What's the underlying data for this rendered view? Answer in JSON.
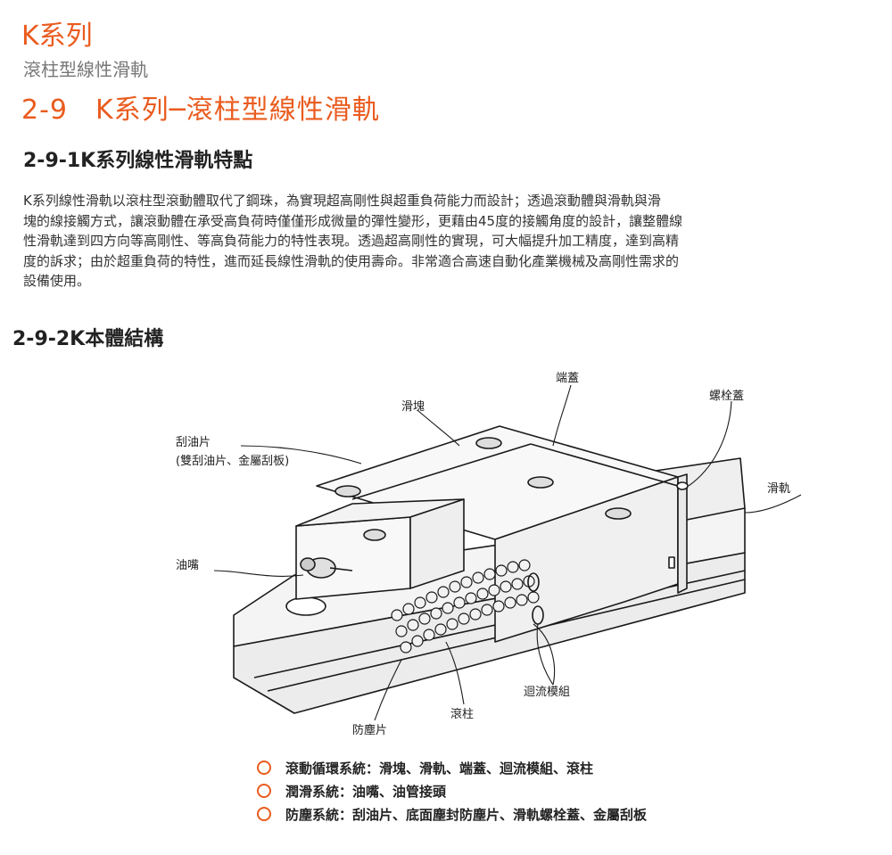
{
  "header": {
    "series_title": "K系列",
    "series_subtitle": "滾柱型線性滑軌",
    "section_heading": "2-9　K系列─滾柱型線性滑軌"
  },
  "features_section": {
    "heading": "2-9-1K系列線性滑軌特點",
    "paragraph_lines": [
      "K系列線性滑軌以滾柱型滾動體取代了鋼珠，為實現超高剛性與超重負荷能力而設計；透過滾動體與滑軌與滑",
      "塊的線接觸方式，讓滾動體在承受高負荷時僅僅形成微量的彈性變形，更藉由45度的接觸角度的設計，讓整體線",
      "性滑軌達到四方向等高剛性、等高負荷能力的特性表現。透過超高剛性的實現，可大幅提升加工精度，達到高精",
      "度的訴求；由於超重負荷的特性，進而延長線性滑軌的使用壽命。非常適合高速自動化產業機械及高剛性需求的",
      "設備使用。"
    ]
  },
  "structure_section": {
    "heading": "2-9-2K本體結構",
    "callouts": {
      "end_cap": "端蓋",
      "block": "滑塊",
      "bolt_cap": "螺栓蓋",
      "scraper": "刮油片",
      "scraper_detail": "(雙刮油片、金屬刮板)",
      "rail": "滑軌",
      "grease_nipple": "油嘴",
      "recirculation": "迴流模組",
      "roller": "滾柱",
      "dust_seal": "防塵片"
    },
    "systems": [
      "滾動循環系統：滑塊、滑軌、端蓋、迴流模組、滾柱",
      "潤滑系統：油嘴、油管接頭",
      "防塵系統：刮油片、底面塵封防塵片、滑軌螺栓蓋、金屬刮板"
    ]
  },
  "colors": {
    "accent": "#ea5b1e",
    "text": "#333333"
  }
}
